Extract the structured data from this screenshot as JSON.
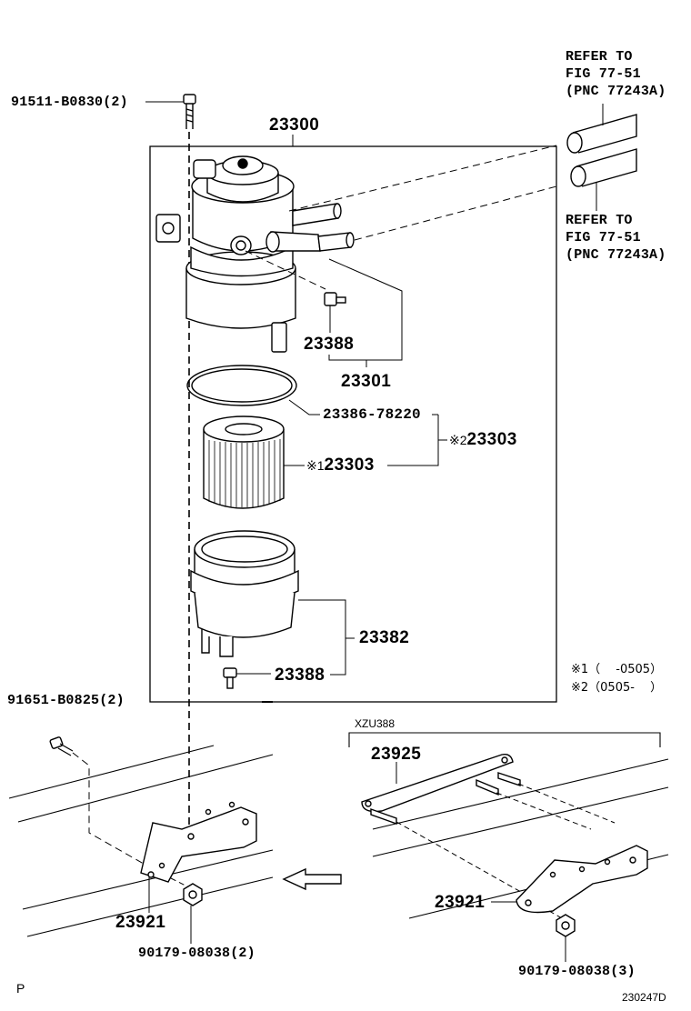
{
  "labels": {
    "bolt_top": "91511-B0830(2)",
    "filter_assy": "23300",
    "refer_top": [
      "REFER TO",
      "FIG 77-51",
      "(PNC 77243A)"
    ],
    "refer_bottom": [
      "REFER TO",
      "FIG 77-51",
      "(PNC 77243A)"
    ],
    "plug_upper": "23388",
    "head_set": "23301",
    "oring": "23386-78220",
    "element_note1": "※1",
    "element_pn": "23303",
    "element_note2": "※2",
    "element_pn2": "23303",
    "case": "23382",
    "plug_lower": "23388",
    "bolt_left": "91651-B0825(2)",
    "bracket_left": "23921",
    "nut_left": "90179-08038(2)",
    "variant_label": "XZU388",
    "bracket_right_top": "23925",
    "bracket_right": "23921",
    "nut_right": "90179-08038(3)",
    "corner_p": "P",
    "fig_number": "230247D"
  },
  "notes": [
    "※1（　 -0505）",
    "※2（0505-　 ）"
  ]
}
